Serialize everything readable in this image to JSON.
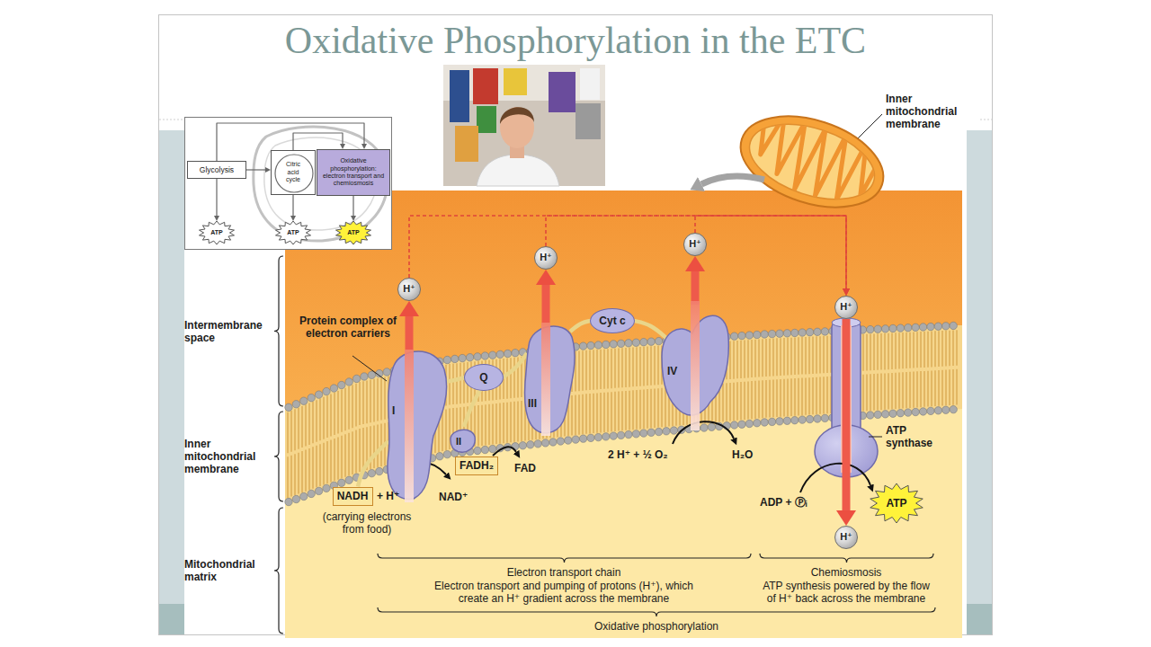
{
  "diagram": {
    "title": "Oxidative Phosphorylation in the ETC",
    "nodes": [
      {
        "text": [
          "Glycolysis"
        ]
      },
      {
        "text": [
          "Citric acid cycle"
        ]
      },
      {
        "text": [
          "Oxidative phosphorylation: electron transport and chemiosmosis"
        ]
      },
      {
        "text": [
          "ATP"
        ]
      },
      {
        "text": [
          "ATP"
        ]
      },
      {
        "text": [
          "ATP"
        ]
      },
      {
        "text": [
          "H⁺"
        ]
      },
      {
        "text": [
          "H⁺"
        ]
      },
      {
        "text": [
          "H⁺"
        ]
      },
      {
        "text": [
          "H⁺"
        ]
      },
      {
        "text": [
          "Cyt c"
        ]
      },
      {
        "text": [
          "Q"
        ]
      },
      {
        "text": [
          "I"
        ]
      },
      {
        "text": [
          "III"
        ]
      },
      {
        "text": [
          "IV"
        ]
      },
      {
        "text": [
          "II"
        ]
      },
      {
        "text": [
          "NADH"
        ]
      },
      {
        "text": [
          "FADH₂"
        ]
      },
      {
        "text": [
          "H⁺"
        ]
      },
      {
        "text": [
          "ATP"
        ]
      }
    ],
    "edges": [
      {
        "from": 0,
        "to": 1,
        "arrow": "to"
      },
      {
        "from": 0,
        "to": 2,
        "arrow": "to"
      },
      {
        "from": 1,
        "to": 2,
        "arrow": "to"
      },
      {
        "from": 0,
        "to": 3,
        "arrow": "to"
      },
      {
        "from": 1,
        "to": 4,
        "arrow": "to"
      },
      {
        "from": 2,
        "to": 5,
        "arrow": "to"
      },
      {
        "from": 12,
        "to": 6,
        "arrow": "to"
      },
      {
        "from": 13,
        "to": 7,
        "arrow": "to"
      },
      {
        "from": 14,
        "to": 8,
        "arrow": "to"
      },
      {
        "from": 6,
        "to": 9,
        "arrow": "to"
      },
      {
        "from": 7,
        "to": 9,
        "arrow": "to"
      },
      {
        "from": 8,
        "to": 9,
        "arrow": "to"
      },
      {
        "from": 9,
        "to": 18,
        "arrow": "to"
      },
      {
        "from": 16,
        "to": 12,
        "arrow": "none"
      },
      {
        "from": 12,
        "to": 11,
        "arrow": "none"
      },
      {
        "from": 15,
        "to": 11,
        "arrow": "none"
      },
      {
        "from": 11,
        "to": 13,
        "arrow": "none"
      },
      {
        "from": 13,
        "to": 10,
        "arrow": "none"
      },
      {
        "from": 10,
        "to": 14,
        "arrow": "none"
      }
    ],
    "labels": [
      "Inner mitochondrial membrane",
      "Intermembrane space",
      "Protein complex of electron carriers",
      "Inner mitochondrial membrane",
      "ATP synthase",
      "+ H⁺",
      "NAD⁺",
      "FAD",
      "2 H⁺ + ½ O₂",
      "H₂O",
      "ADP + Ⓟᵢ",
      "(carrying electrons from food)",
      "Mitochondrial matrix",
      "Electron transport chain",
      "Electron transport and pumping of protons (H⁺), which create an H⁺ gradient across the membrane",
      "Chemiosmosis",
      "ATP synthesis powered by the flow of H⁺ back across the membrane",
      "Oxidative phosphorylation"
    ]
  }
}
